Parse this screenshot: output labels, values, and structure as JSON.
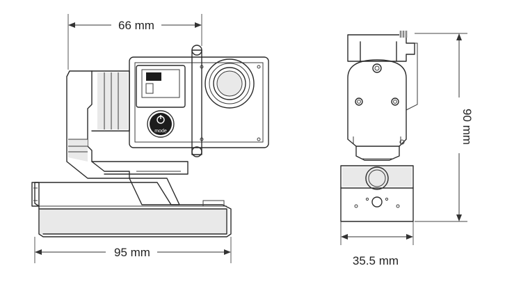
{
  "dimensions": {
    "camera_width": "66 mm",
    "base_length": "95 mm",
    "height": "90 mm",
    "depth": "35.5 mm"
  },
  "labels": {
    "mode_button": "mode"
  },
  "colors": {
    "line": "#2a2a2a",
    "shade": "#e9e9e9",
    "background": "#ffffff"
  }
}
